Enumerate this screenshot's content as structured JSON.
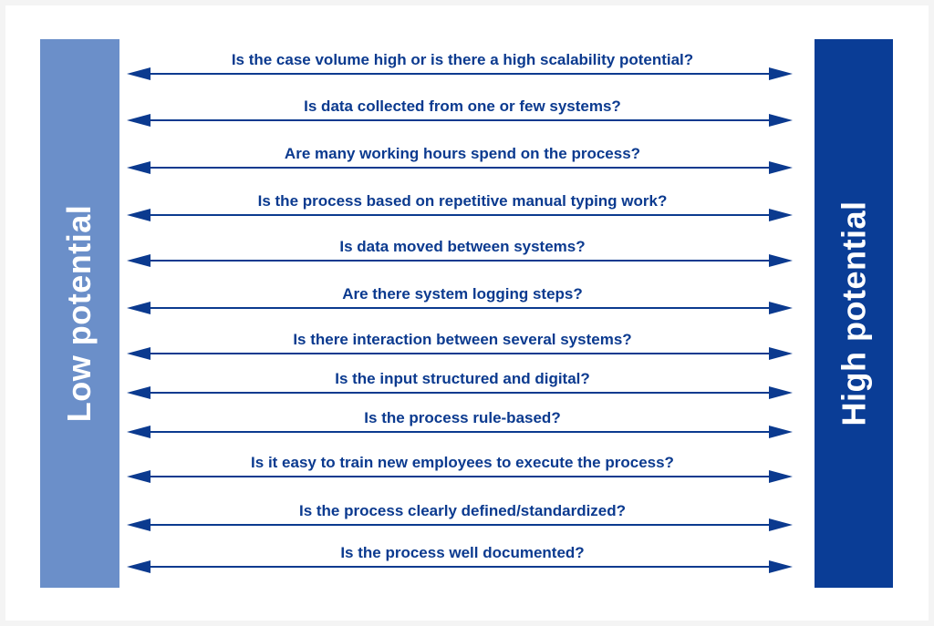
{
  "labels": {
    "low": "Low potential",
    "high": "High potential"
  },
  "questions": [
    "Is the case volume high or is there a high scalability potential?",
    "Is data collected from one or few systems?",
    "Are many working hours spend on the process?",
    "Is the process based on repetitive manual typing work?",
    "Is data moved between systems?",
    "Are there system logging steps?",
    "Is there interaction between several systems?",
    "Is the input structured and digital?",
    "Is the process rule-based?",
    "Is it easy to train new employees to execute the process?",
    "Is the process clearly defined/standardized?",
    "Is the process well documented?"
  ],
  "colors": {
    "low_bar": "#6b8fc9",
    "high_bar": "#0a3d96",
    "arrow": "#0b3a8f",
    "text": "#0b3a8f"
  }
}
